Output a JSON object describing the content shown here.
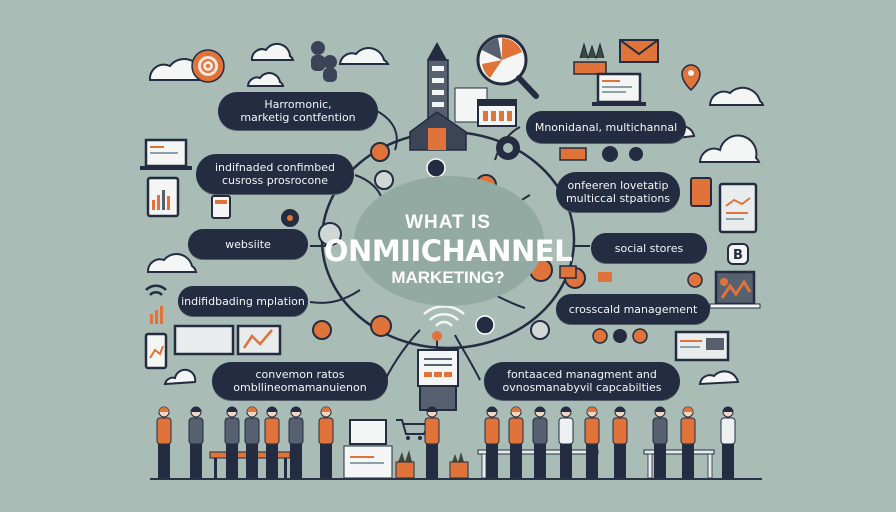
{
  "title": {
    "line1": "WHAT IS",
    "line2": "ONMIICHANNEL",
    "line3": "MARKETING?"
  },
  "palette": {
    "background": "#a9bdb6",
    "navy": "#232c40",
    "orange": "#e0733a",
    "white": "#ffffff"
  },
  "left_labels": [
    {
      "lines": [
        "Harromonic,",
        "marketig contfention"
      ]
    },
    {
      "lines": [
        "indifnaded confimbed",
        "cusross prosrocone"
      ]
    },
    {
      "lines": [
        "websiite"
      ]
    },
    {
      "lines": [
        "indifidbading mplation"
      ]
    },
    {
      "lines": [
        "convemon ratos",
        "ombllineomamanuienon"
      ]
    }
  ],
  "right_labels": [
    {
      "lines": [
        "Mnonidanal, multichannal"
      ]
    },
    {
      "lines": [
        "onfeeren lovetatip",
        "multiccal stpations"
      ]
    },
    {
      "lines": [
        "social stores"
      ]
    },
    {
      "lines": [
        "crosscald management"
      ]
    },
    {
      "lines": [
        "fontaaced managment and",
        "ovnosmanabyvil capcabilties"
      ]
    }
  ],
  "icons": [
    "gear-icon",
    "cloud-icon",
    "magnifier-chart-icon",
    "envelope-icon",
    "laptop-icon",
    "tower-building-icon",
    "location-pin-icon",
    "tablet-chart-icon",
    "b-badge-icon",
    "wifi-icon",
    "kiosk-icon",
    "plant-icon",
    "shopping-cart-icon"
  ]
}
